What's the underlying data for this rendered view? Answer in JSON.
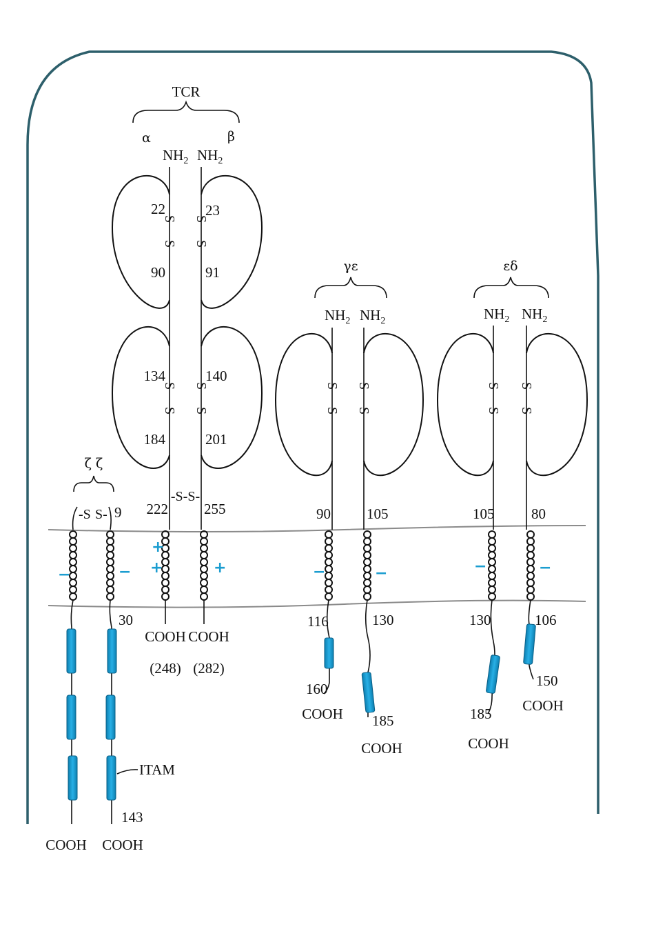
{
  "title": "TCR",
  "tcr": {
    "alpha": "α",
    "beta": "β",
    "nh2": "NH",
    "nh2_sub": "2",
    "alpha_nums": [
      "22",
      "90",
      "134",
      "184",
      "222"
    ],
    "beta_nums": [
      "23",
      "91",
      "140",
      "201",
      "255"
    ],
    "alpha_cooh": "COOH",
    "alpha_len": "(248)",
    "beta_cooh": "COOH",
    "beta_len": "(282)"
  },
  "ss": {
    "s": "S",
    "interchain": "-S-S-"
  },
  "zeta": {
    "label": "ζ ζ",
    "ss_left": "-S",
    "ss_right": "S-",
    "num_top": "9",
    "num_mem": "30",
    "num_end": "143",
    "cooh_left": "COOH",
    "cooh_right": "COOH",
    "itam": "ITAM"
  },
  "gamma_epsilon": {
    "label": "γε",
    "nh2": "NH",
    "nh2_sub": "2",
    "left_nums": [
      "90",
      "116",
      "160"
    ],
    "right_nums": [
      "105",
      "130",
      "185"
    ],
    "cooh_left": "COOH",
    "cooh_right": "COOH"
  },
  "epsilon_delta": {
    "label": "εδ",
    "nh2": "NH",
    "nh2_sub": "2",
    "left_nums": [
      "105",
      "130",
      "185"
    ],
    "right_nums": [
      "80",
      "106",
      "150"
    ],
    "cooh_left": "COOH",
    "cooh_right": "COOH"
  },
  "charges": {
    "plus": "+",
    "minus": "−"
  },
  "colors": {
    "frame": "#2d5f6b",
    "itam": "#1b9dd0",
    "charge": "#1b9dd0",
    "membrane": "#8a8a8a"
  }
}
